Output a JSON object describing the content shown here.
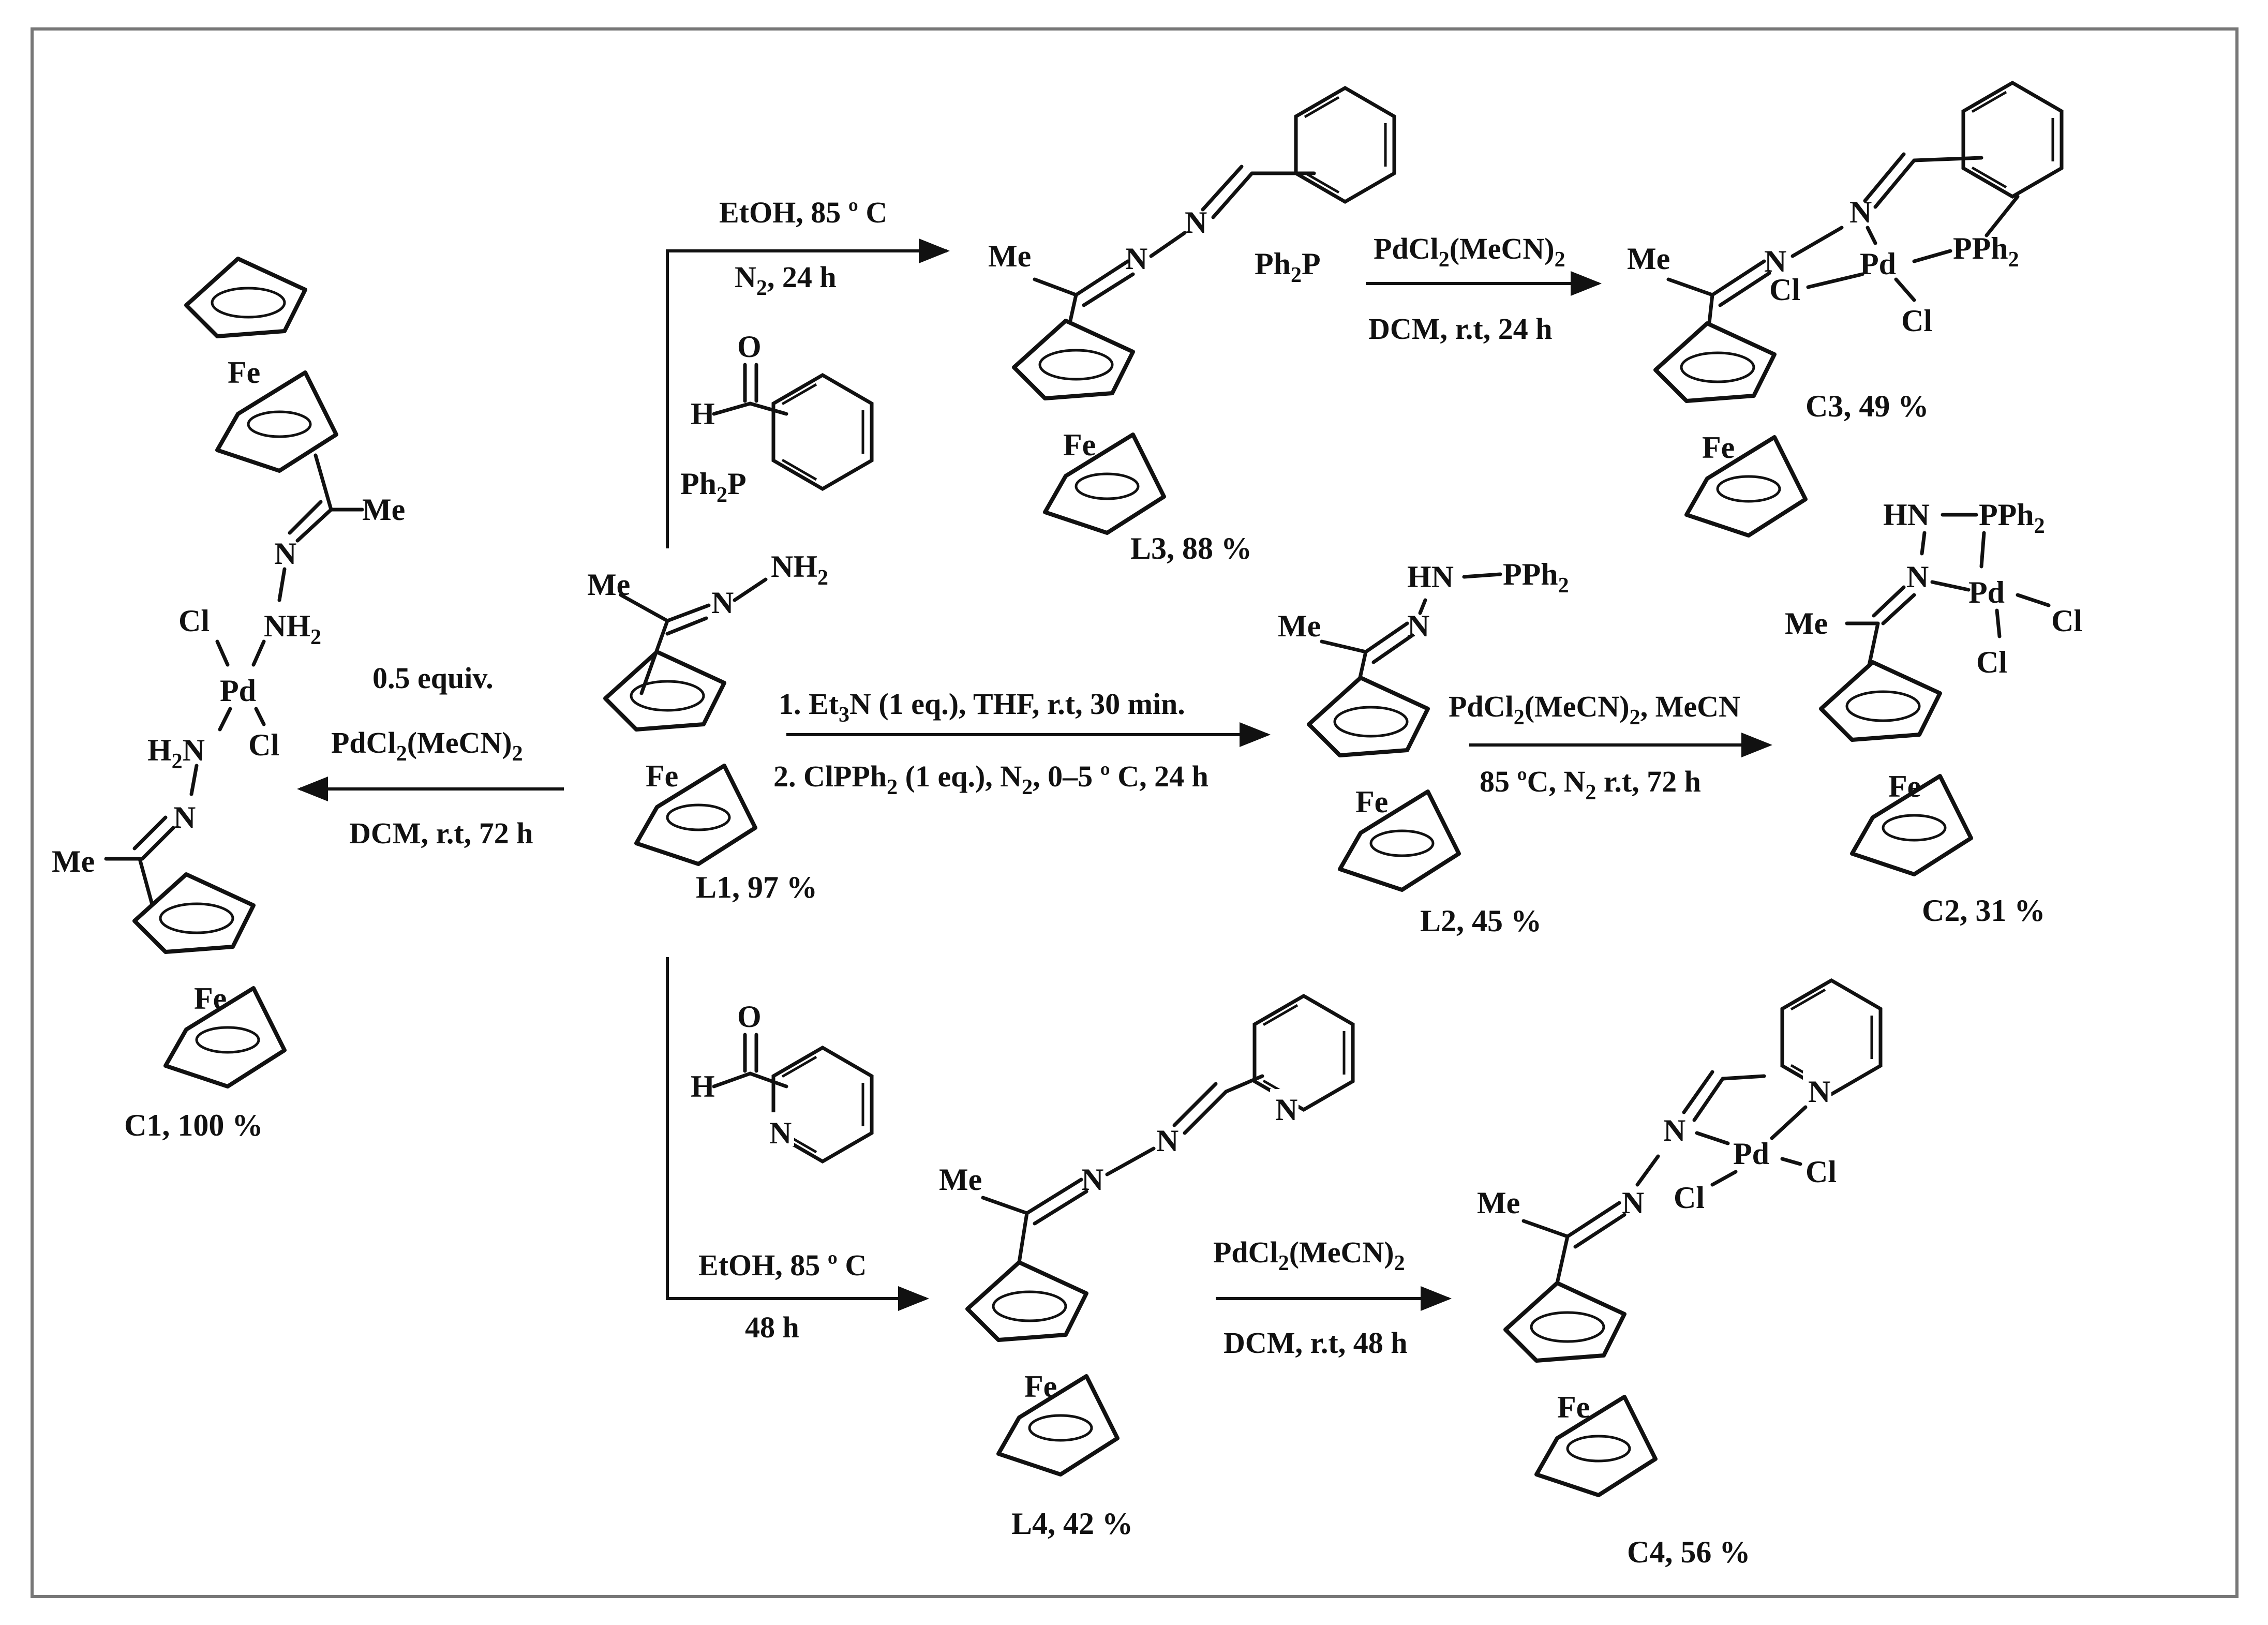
{
  "compounds": {
    "L1": "L1, 97 %",
    "L2": "L2, 45 %",
    "L3": "L3, 88 %",
    "L4": "L4, 42 %",
    "C1": "C1, 100 %",
    "C2": "C2, 31 %",
    "C3": "C3, 49 %",
    "C4": "C4, 56 %"
  },
  "conditions": {
    "to_L3": {
      "line1": "EtOH, 85 º C",
      "line2_a": "N",
      "line2_sub": "2",
      "line2_b": ", 24 h"
    },
    "to_L4": {
      "line1": "EtOH, 85 º C",
      "line2": "48 h"
    },
    "to_L2": {
      "line1_a": "1. Et",
      "line1_sub": "3",
      "line1_b": "N (1 eq.), THF, r.t, 30 min.",
      "line2_a": "2. ClPPh",
      "line2_sub": "2",
      "line2_b": " (1 eq.), N",
      "line2_sub2": "2",
      "line2_c": ", 0–5 º C, 24 h"
    },
    "to_C1": {
      "line1": "0.5 equiv.",
      "line2_a": "PdCl",
      "line2_sub": "2",
      "line2_b": "(MeCN)",
      "line2_sub2": "2",
      "line3": "DCM, r.t, 72 h"
    },
    "to_C3": {
      "line1_a": "PdCl",
      "line1_sub": "2",
      "line1_b": "(MeCN)",
      "line1_sub2": "2",
      "line2": "DCM, r.t, 24 h"
    },
    "to_C2": {
      "line1_a": "PdCl",
      "line1_sub": "2",
      "line1_b": "(MeCN)",
      "line1_sub2": "2",
      "line1_c": ", MeCN",
      "line2_a": "85 ºC, N",
      "line2_sub": "2",
      "line2_b": "  r.t, 72 h"
    },
    "to_C4": {
      "line1_a": "PdCl",
      "line1_sub": "2",
      "line1_b": "(MeCN)",
      "line1_sub2": "2",
      "line2": "DCM, r.t, 48 h"
    }
  },
  "atoms": {
    "Fe": "Fe",
    "Me": "Me",
    "N": "N",
    "NH2": "NH",
    "two": "2",
    "H2N": "H",
    "HN": "HN",
    "Pd": "Pd",
    "Cl": "Cl",
    "PPh2": "PPh",
    "Ph2P": "Ph",
    "P": "P",
    "O": "O",
    "H": "H"
  }
}
